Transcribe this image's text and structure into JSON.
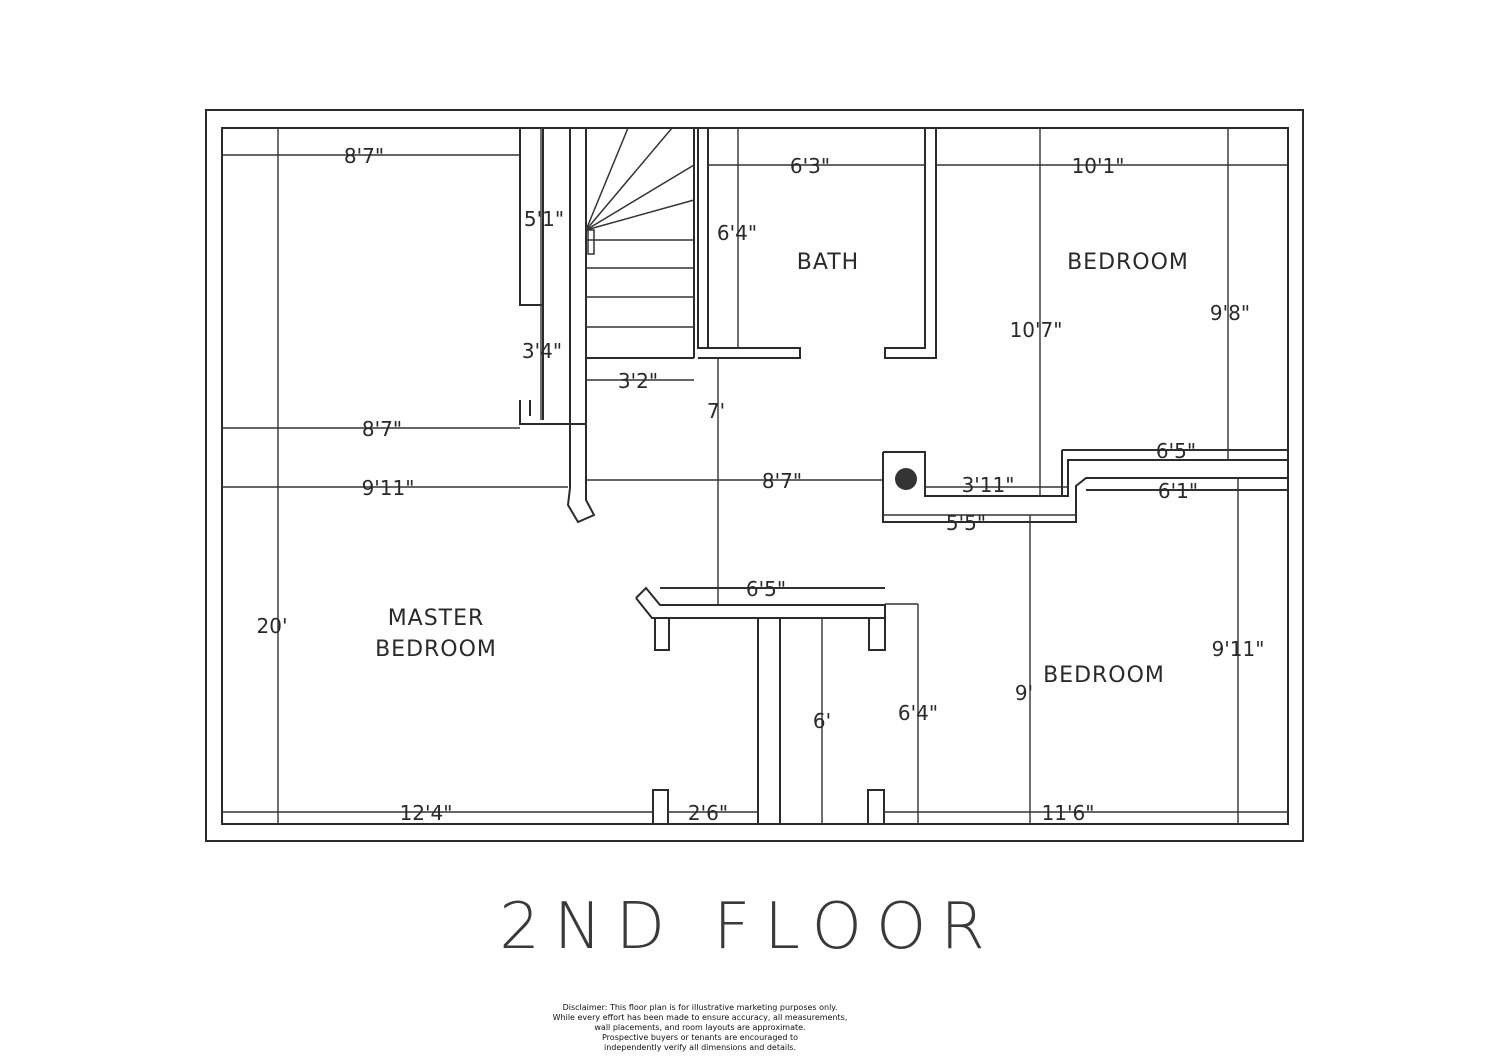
{
  "rooms": {
    "master": [
      "MASTER",
      "BEDROOM"
    ],
    "bath": "BATH",
    "bedroom_ne": "BEDROOM",
    "bedroom_se": "BEDROOM"
  },
  "dimensions": {
    "d_8_7_top": "8'7\"",
    "d_6_3": "6'3\"",
    "d_10_1": "10'1\"",
    "d_5_1": "5'1\"",
    "d_6_4_bath": "6'4\"",
    "d_3_4": "3'4\"",
    "d_3_2": "3'2\"",
    "d_10_7": "10'7\"",
    "d_9_8": "9'8\"",
    "d_7": "7'",
    "d_8_7_mid": "8'7\"",
    "d_6_5_right": "6'5\"",
    "d_9_11_left": "9'11\"",
    "d_8_7_hall": "8'7\"",
    "d_3_11": "3'11\"",
    "d_6_1": "6'1\"",
    "d_5_5": "5'5\"",
    "d_6_5_closet": "6'5\"",
    "d_20": "20'",
    "d_9_11_right": "9'11\"",
    "d_9": "9'",
    "d_6": "6'",
    "d_6_4_closet": "6'4\"",
    "d_12_4": "12'4\"",
    "d_2_6": "2'6\"",
    "d_11_6": "11'6\""
  },
  "title": "2ND FLOOR",
  "disclaimer": [
    "Disclaimer: This floor plan is for illustrative marketing purposes only.",
    "While every effort has been made to ensure accuracy, all measurements,",
    "wall placements, and room layouts are approximate.",
    "Prospective buyers or tenants are encouraged to",
    "independently verify all dimensions and details."
  ]
}
